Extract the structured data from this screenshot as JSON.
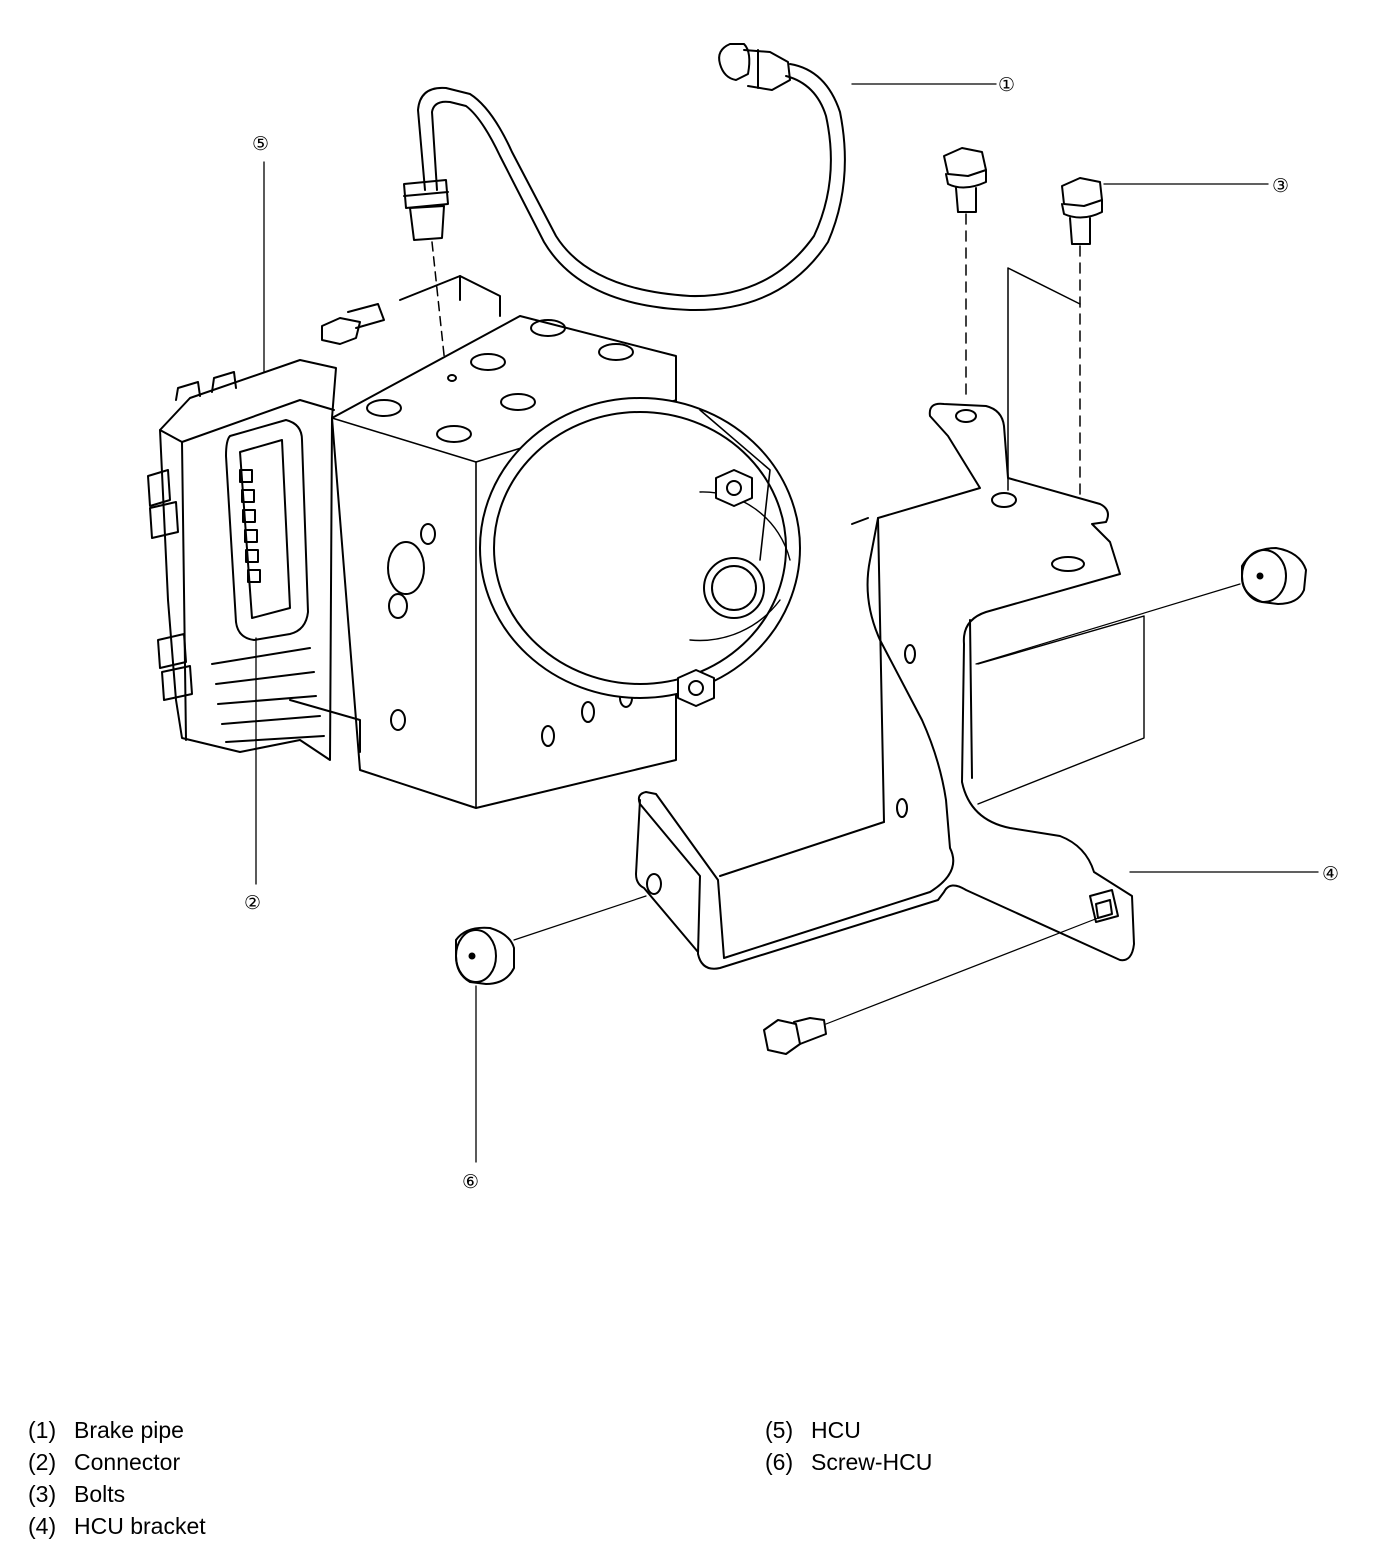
{
  "callouts": [
    {
      "id": "1",
      "glyph": "①"
    },
    {
      "id": "2",
      "glyph": "②"
    },
    {
      "id": "3",
      "glyph": "③"
    },
    {
      "id": "4",
      "glyph": "④"
    },
    {
      "id": "5",
      "glyph": "⑤"
    },
    {
      "id": "6",
      "glyph": "⑥"
    }
  ],
  "legend": {
    "left": [
      {
        "num": "(1)",
        "label": "Brake pipe"
      },
      {
        "num": "(2)",
        "label": "Connector"
      },
      {
        "num": "(3)",
        "label": "Bolts"
      },
      {
        "num": "(4)",
        "label": "HCU bracket"
      }
    ],
    "right": [
      {
        "num": "(5)",
        "label": "HCU"
      },
      {
        "num": "(6)",
        "label": "Screw-HCU"
      }
    ]
  }
}
